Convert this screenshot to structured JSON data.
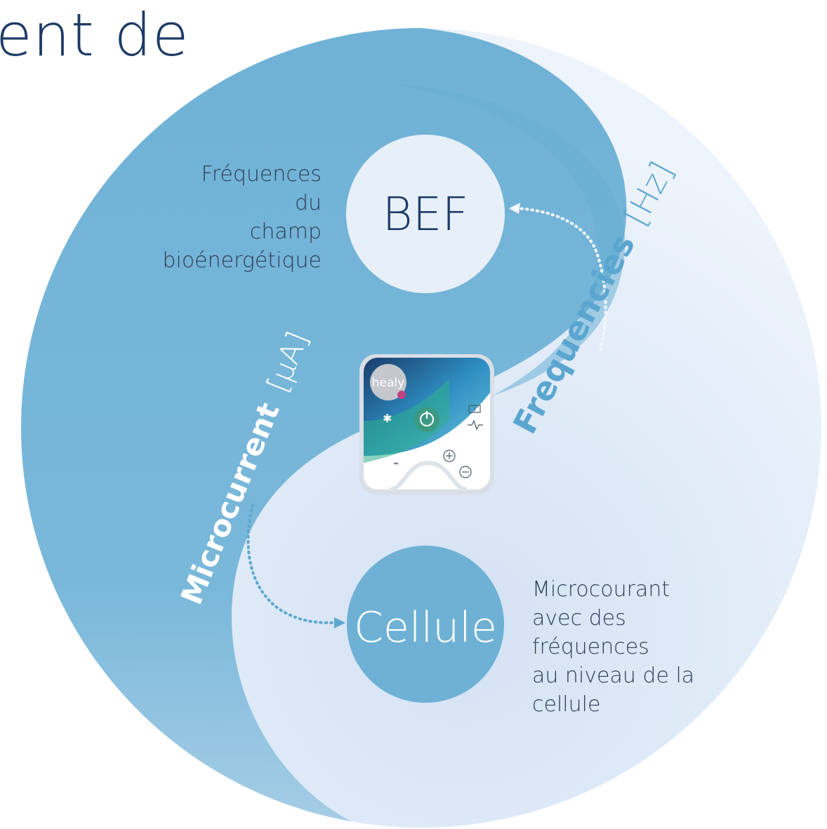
{
  "title": "ent de",
  "colors": {
    "outer_light": "#dde9f6",
    "outer_dark": "#6fb0d4",
    "top_swirl": "#66aed3",
    "bef_circle": "#e7f0f9",
    "cellule_circle": "#6eb1d5",
    "title_text": "#1d3b66",
    "label_text": "#2f3e57"
  },
  "nodes": {
    "bef": {
      "label": "BEF"
    },
    "cellule": {
      "label": "Cellule"
    }
  },
  "descriptions": {
    "bef": [
      "Fréquences",
      "du",
      "champ",
      "bioénergétique"
    ],
    "cellule": [
      "Microcourant",
      "avec des",
      "fréquences",
      "au niveau de la",
      "cellule"
    ]
  },
  "edges": {
    "frequencies": {
      "word": "Frequencies",
      "unit": "[Hz]"
    },
    "microcurrent": {
      "word": "Microcurrent",
      "unit": "[μA]"
    }
  },
  "device": {
    "brand": "healy",
    "icons": [
      "bluetooth-icon",
      "power-icon",
      "battery-icon",
      "pulse-icon",
      "plus-icon",
      "minus-icon",
      "usb-icon"
    ]
  }
}
